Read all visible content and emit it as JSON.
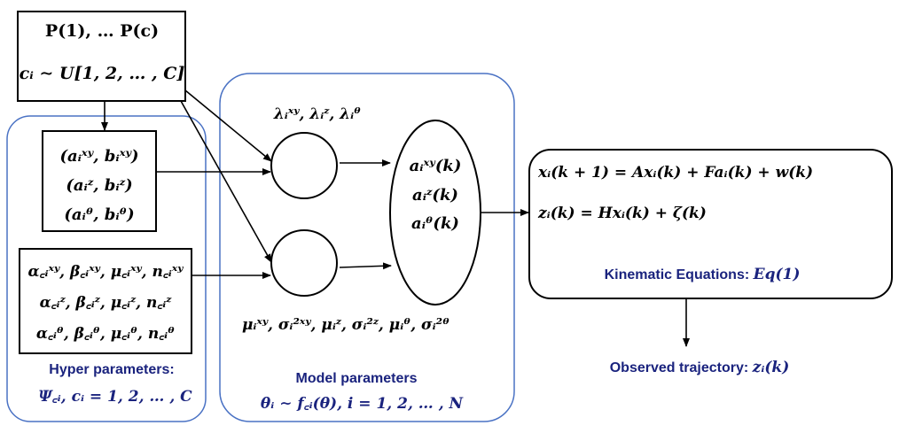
{
  "prior_box": {
    "line1": "P(1), … P(c)",
    "line2": "cᵢ ∼ U[1, 2, … , C]"
  },
  "ab_box": {
    "line1": "(aᵢˣʸ, bᵢˣʸ)",
    "line2": "(aᵢᶻ, bᵢᶻ)",
    "line3": "(aᵢᶿ, bᵢᶿ)"
  },
  "greek_box": {
    "line1": "α꜀ᵢˣʸ, β꜀ᵢˣʸ, μ꜀ᵢˣʸ, n꜀ᵢˣʸ",
    "line2": "α꜀ᵢᶻ, β꜀ᵢᶻ, μ꜀ᵢᶻ, n꜀ᵢᶻ",
    "line3": "α꜀ᵢᶿ, β꜀ᵢᶿ, μ꜀ᵢᶿ, n꜀ᵢᶿ"
  },
  "hyper_group": {
    "title": "Hyper parameters:",
    "formula": "Ψ꜀ᵢ, cᵢ = 1, 2, … , C"
  },
  "model_group": {
    "lambda_label": "λᵢˣʸ, λᵢᶻ, λᵢᶿ",
    "mu_sigma_label": "μᵢˣʸ, σᵢ²ˣʸ, μᵢᶻ, σᵢ²ᶻ, μᵢᶿ, σᵢ²ᶿ",
    "title": "Model parameters",
    "formula": "θᵢ ∼ f꜀ᵢ(θ), i = 1, 2, … , N"
  },
  "accel_ellipse": {
    "line1": "aᵢˣʸ(k)",
    "line2": "aᵢᶻ(k)",
    "line3": "aᵢᶿ(k)"
  },
  "kinematic_box": {
    "eq1": "xᵢ(k + 1) = Axᵢ(k) + Faᵢ(k) + w(k)",
    "eq2": "zᵢ(k) = Hxᵢ(k) + ζ(k)",
    "caption_text": "Kinematic Equations: ",
    "caption_math": "Eq(1)"
  },
  "observed": {
    "text": "Observed trajectory: ",
    "math": "zᵢ(k)"
  },
  "colors": {
    "group_border": "#4a72c4",
    "label_blue": "#1a237e"
  }
}
